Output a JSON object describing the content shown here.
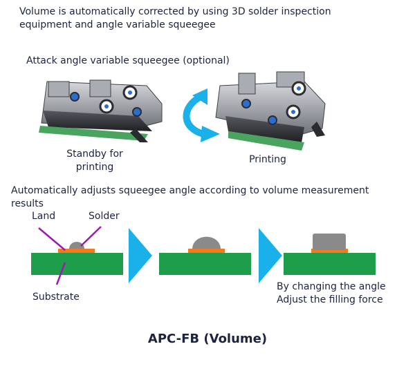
{
  "headline": "Volume is automatically corrected by using 3D solder inspection\nequipment and angle variable squeegee",
  "squeegee_section": {
    "heading": "Attack angle variable squeegee (optional)",
    "standby_caption": "Standby for\nprinting",
    "printing_caption": "Printing"
  },
  "adjust_section": {
    "heading": "Automatically adjusts squeegee angle according to volume measurement\nresults",
    "land_label": "Land",
    "solder_label": "Solder",
    "substrate_label": "Substrate",
    "result_caption": "By changing the angle\nAdjust the filling force"
  },
  "figure_title": "APC-FB (Volume)",
  "colors": {
    "substrate": "#1e9e4a",
    "land": "#f07a1c",
    "solder": "#8a8a8a",
    "arrow": "#1ab0ea",
    "pointer": "#9b1bb0"
  }
}
